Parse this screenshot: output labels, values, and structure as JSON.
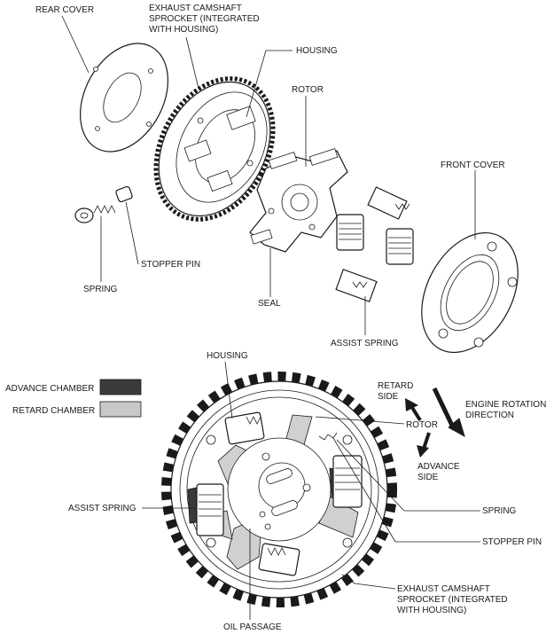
{
  "labels": {
    "rear_cover": "REAR COVER",
    "exhaust_sprocket_top": [
      "EXHAUST  CAMSHAFT",
      "SPROCKET (INTEGRATED",
      "WITH HOUSING)"
    ],
    "housing_top": "HOUSING",
    "rotor_top": "ROTOR",
    "front_cover": "FRONT COVER",
    "stopper_pin_top": "STOPPER PIN",
    "spring_top": "SPRING",
    "seal": "SEAL",
    "assist_spring_top": "ASSIST SPRING",
    "housing_bottom": "HOUSING",
    "retard_side": [
      "RETARD",
      "SIDE"
    ],
    "engine_rotation": [
      "ENGINE ROTATION",
      "DIRECTION"
    ],
    "rotor_bottom": "ROTOR",
    "advance_side": [
      "ADVANCE",
      "SIDE"
    ],
    "assist_spring_bottom": "ASSIST SPRING",
    "spring_bottom": "SPRING",
    "stopper_pin_bottom": "STOPPER PIN",
    "exhaust_sprocket_bottom": [
      "EXHAUST CAMSHAFT",
      "SPROCKET (INTEGRATED",
      "WITH HOUSING)"
    ],
    "oil_passage": "OIL PASSAGE"
  },
  "legend": [
    {
      "label": "ADVANCE CHAMBER",
      "color": "#3a3a3a"
    },
    {
      "label": "RETARD CHAMBER",
      "color": "#c8c8c8"
    }
  ]
}
